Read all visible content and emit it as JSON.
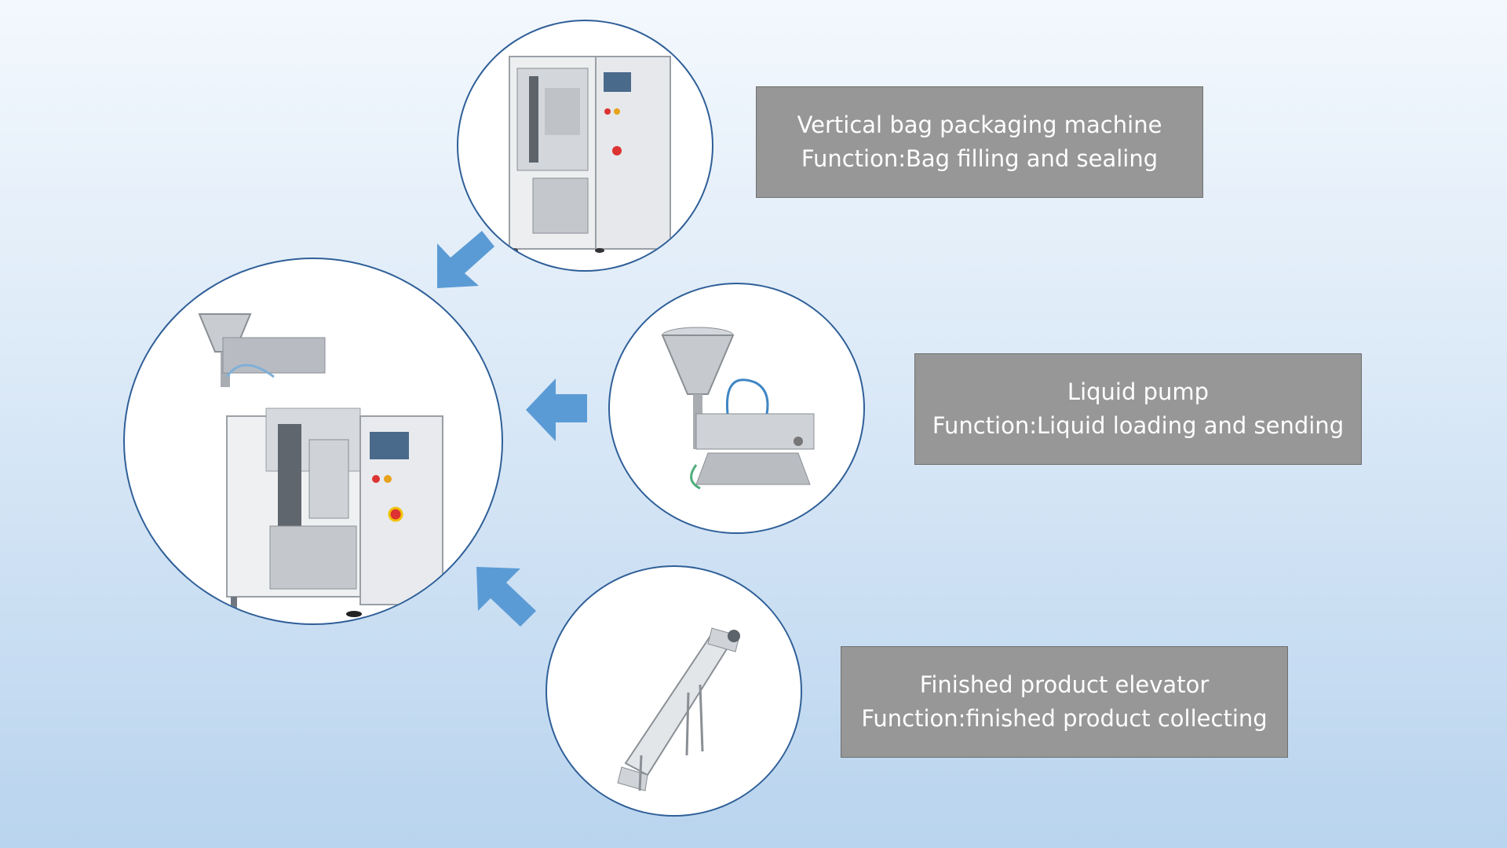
{
  "nodes": {
    "main": {
      "icon": "vertical-liquid-packaging-machine-with-hopper-image"
    },
    "top": {
      "icon": "vertical-bag-packaging-machine-image",
      "title": "Vertical bag packaging machine",
      "function": "Function:Bag filling and sealing"
    },
    "middle": {
      "icon": "liquid-pump-filler-image",
      "title": "Liquid pump",
      "function": "Function:Liquid loading and sending"
    },
    "bottom": {
      "icon": "inclined-conveyor-elevator-image",
      "title": "Finished product elevator",
      "function": "Function:finished product collecting"
    }
  },
  "colors": {
    "arrow": "#5b9bd5",
    "circle_border": "#2f5f98",
    "label_bg": "#979797",
    "label_text": "#ffffff"
  }
}
